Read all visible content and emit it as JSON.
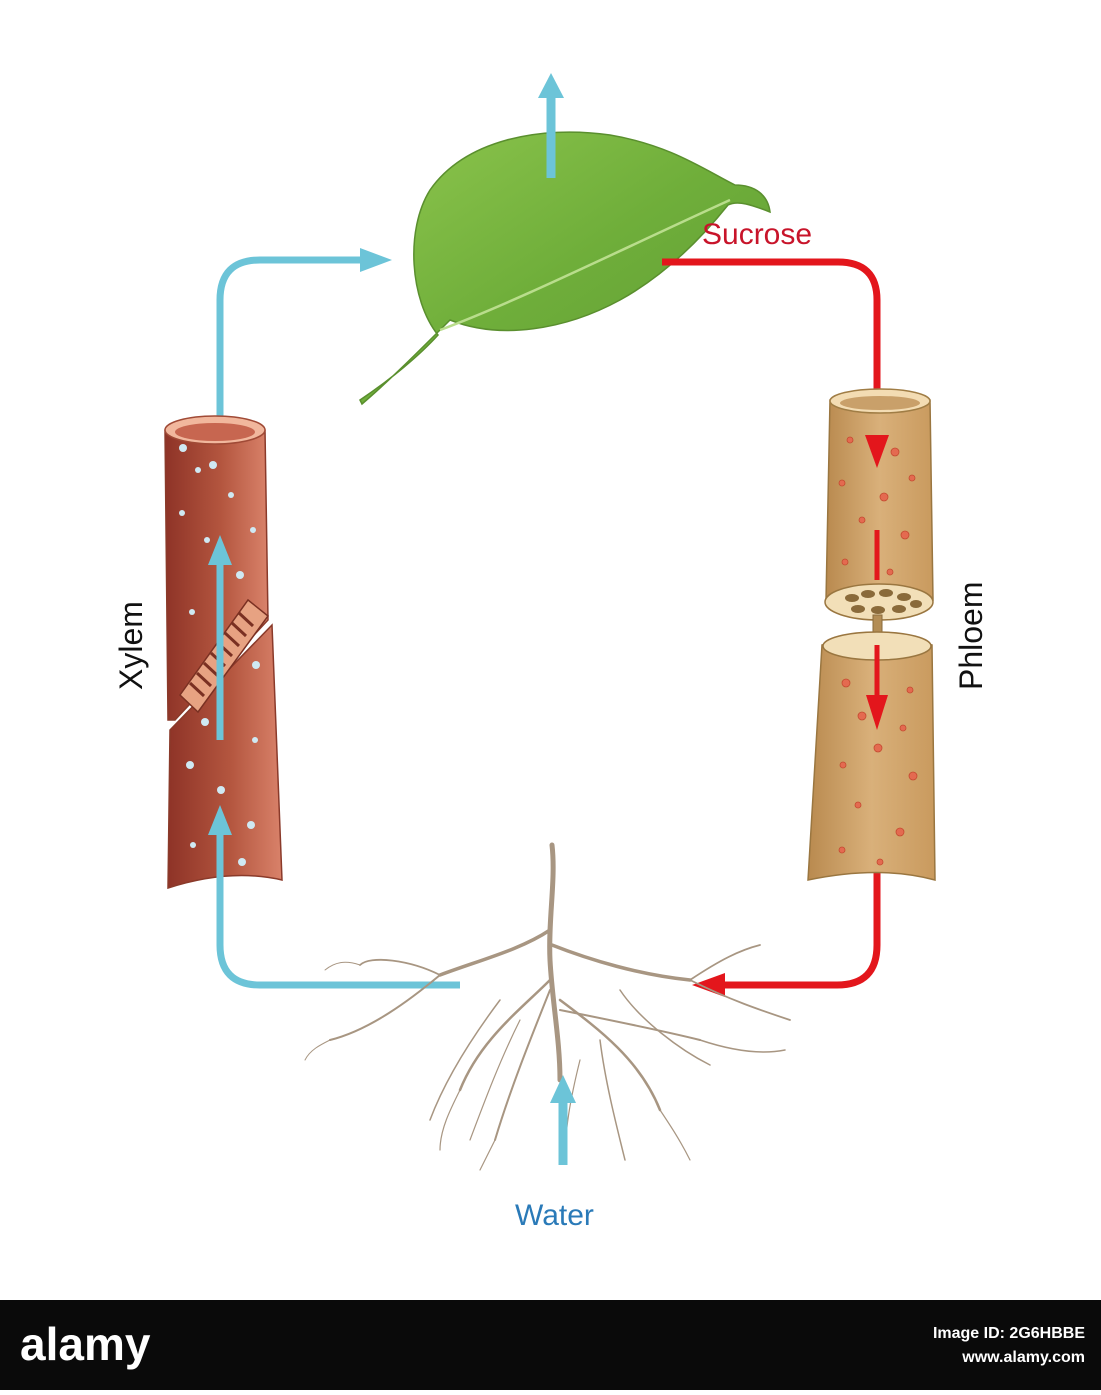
{
  "labels": {
    "sucrose": "Sucrose",
    "water": "Water",
    "xylem": "Xylem",
    "phloem": "Phloem"
  },
  "footer": {
    "brand": "alamy",
    "image_id_line": "Image ID: 2G6HBBE",
    "site": "www.alamy.com"
  },
  "colors": {
    "water_flow": "#6cc4d8",
    "sucrose_flow": "#e3161c",
    "water_label": "#2a7ab8",
    "sucrose_label": "#c8142a",
    "leaf": "#7cb342",
    "root": "#a89682",
    "xylem": "#a5473a",
    "phloem": "#d6b07a"
  },
  "icons": [
    "leaf-icon",
    "root-system-icon",
    "xylem-vessel-icon",
    "phloem-sieve-tube-icon"
  ]
}
